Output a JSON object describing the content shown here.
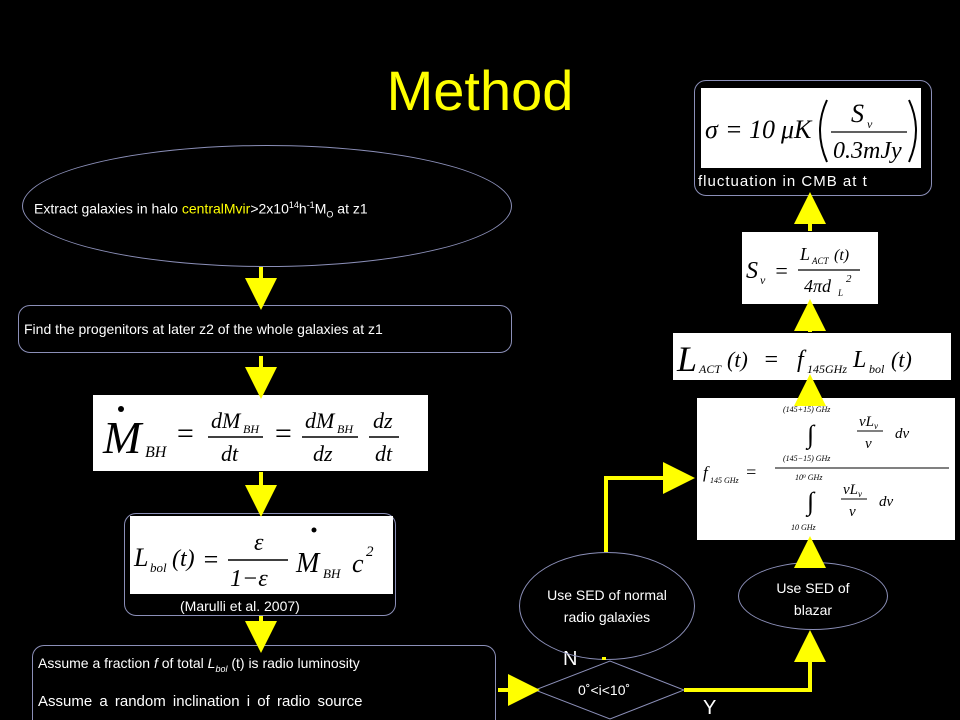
{
  "title": "Method",
  "left_flow": {
    "extract": {
      "prefix": "Extract galaxies in halo ",
      "highlight": "centralMvir",
      "rest": ">2x10",
      "exp14": "14",
      "h": "h",
      "exp_neg1": "-1",
      "msun": "M",
      "sun_sub": "O",
      "suffix": " at z1"
    },
    "progenitors": "Find the progenitors at later z2 of  the whole galaxies at z1",
    "citation": "(Marulli et al. 2007)",
    "assume_fraction": {
      "prefix": "Assume a fraction ",
      "f": "f",
      "mid": " of total ",
      "L": "L",
      "bol": "bol",
      "suffix": " (t) is radio luminosity"
    },
    "assume_inclination": "Assume a random inclination i of radio source"
  },
  "decision": {
    "label": "0˚<i<10˚",
    "no": "N",
    "yes": "Y"
  },
  "right_flow": {
    "sed_normal": [
      "Use SED of normal",
      "radio galaxies"
    ],
    "sed_blazar": [
      "Use SED of",
      "blazar"
    ],
    "fluctuation": "fluctuation  in  CMB  at  t"
  },
  "equations": {
    "mdot": "Ṁ_BH = dM_BH/dt = dM_BH/dz · dz/dt",
    "lbol": "L_bol(t) = ε/(1−ε) Ṁ_BH c²",
    "f145": "f_145GHz = ∫ νL_ν/ν dν / ∫ νL_ν/ν dν",
    "f145_lim_top_upper": "(145+15) GHz",
    "f145_lim_top_lower": "(145−15) GHz",
    "f145_lim_bot_upper": "10⁹ GHz",
    "f145_lim_bot_lower": "10 GHz",
    "lact": "L_ACT(t) = f_145GHz L_bol(t)",
    "snu": "S_ν = L_ACT(t) / 4πd_L²",
    "sigma": "σ = 10μK (S_ν / 0.3mJy)"
  },
  "colors": {
    "arrow": "#ffff00",
    "outline": "#8b8fb8",
    "title": "#ffff00",
    "background": "#000000"
  }
}
